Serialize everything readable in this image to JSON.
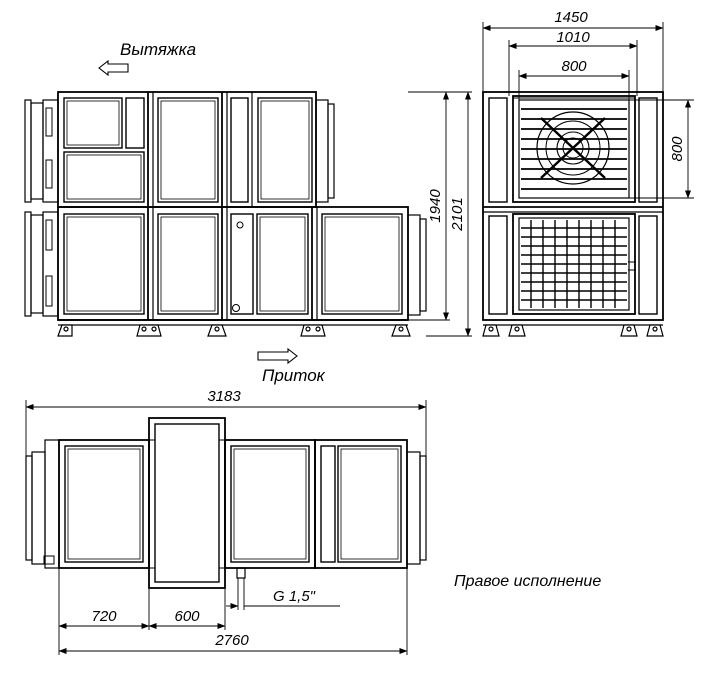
{
  "labels": {
    "exhaust": "Вытяжка",
    "supply": "Приток",
    "version": "Правое исполнение"
  },
  "dimensions": {
    "width_total": "1450",
    "width_mid": "1010",
    "width_fan": "800",
    "height_fan": "800",
    "height_body": "1940",
    "height_total": "2101",
    "length_top": "3183",
    "seg_720": "720",
    "seg_600": "600",
    "pipe": "G 1,5\"",
    "length_bottom": "2760"
  }
}
